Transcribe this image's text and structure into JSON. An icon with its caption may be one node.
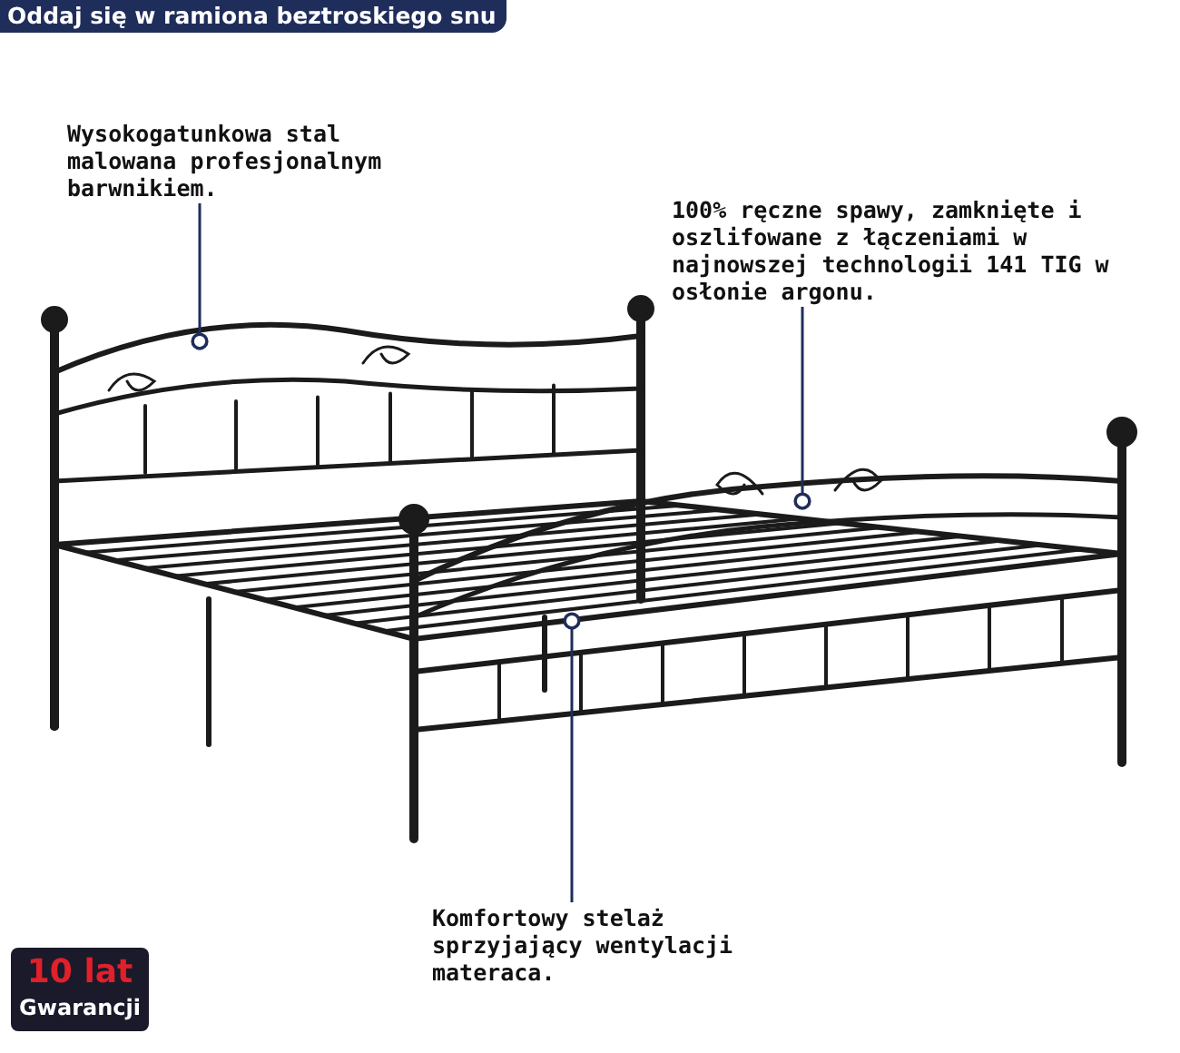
{
  "diagram": {
    "title": "Oddaj się w ramiona beztroskiego snu",
    "nodes": [
      {
        "text": [
          "Wysokogatunkowa stal malowana profesjonalnym barwnikiem."
        ]
      },
      {
        "text": [
          "100% ręczne spawy, zamknięte i oszlifowane z łączeniami w najnowszej technologii 141 TIG w osłonie argonu."
        ]
      },
      {
        "text": [
          "Komfortowy stelaż sprzyjający wentylacji materaca."
        ]
      }
    ],
    "edges": [
      {
        "from": 0,
        "to": null,
        "arrow": "other"
      },
      {
        "from": 1,
        "to": null,
        "arrow": "other"
      },
      {
        "from": 2,
        "to": null,
        "arrow": "other"
      }
    ],
    "labels": [
      "10 lat",
      "Gwarancji"
    ]
  }
}
